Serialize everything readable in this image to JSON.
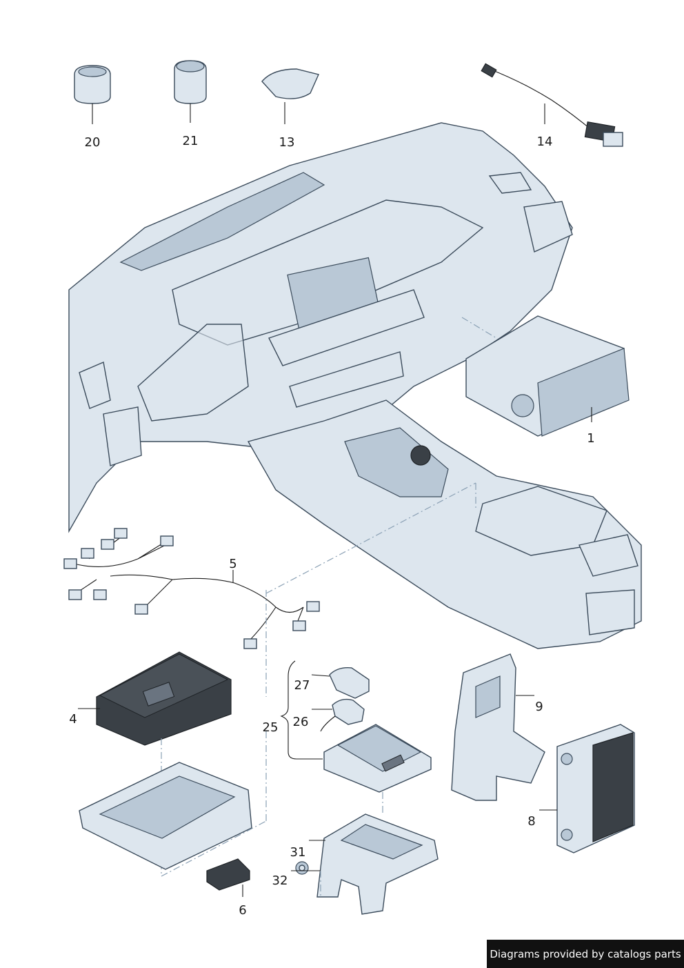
{
  "callouts": {
    "p20": "20",
    "p21": "21",
    "p13": "13",
    "p14": "14",
    "p1": "1",
    "p5": "5",
    "p4": "4",
    "p27": "27",
    "p26": "26",
    "p25": "25",
    "p9": "9",
    "p8": "8",
    "p31": "31",
    "p32": "32",
    "p6": "6"
  },
  "credit": "Diagrams provided by catalogs parts",
  "colors": {
    "part_fill": "#dde6ee",
    "outline": "#3a4a5a",
    "dark_component": "#3a4046",
    "leader_dash": "#8aa0b4"
  }
}
